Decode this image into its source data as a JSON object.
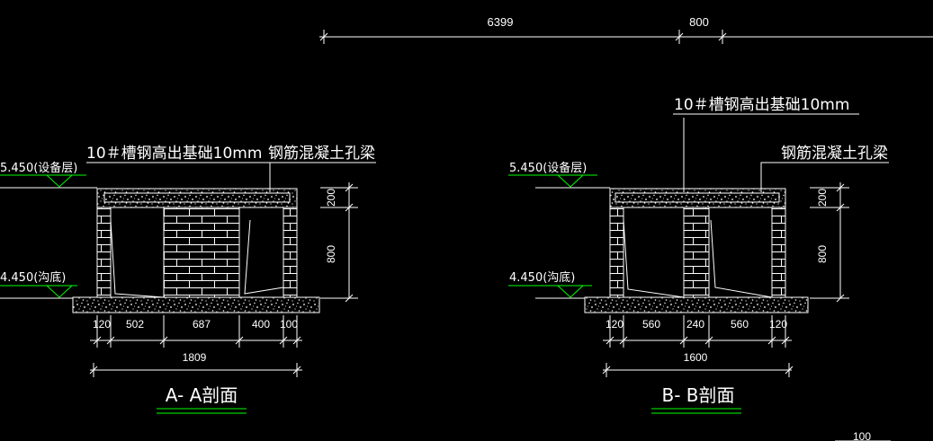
{
  "colors": {
    "background": "#000000",
    "line": "#ffffff",
    "level_marker": "#00ff00",
    "title_underline": "#00ff00",
    "title_text": "#ffffff"
  },
  "top_dimensions": {
    "left": "6399",
    "right": "800"
  },
  "section_a": {
    "title": "A- A剖面",
    "callout_channel": "10＃槽钢高出基础10mm",
    "callout_beam": "钢筋混凝土孔梁",
    "level_top": "5.450(设备层)",
    "level_bottom": "4.450(沟底)",
    "dim_beam_height": "200",
    "dim_wall_height": "800",
    "bottom_dims": [
      "120",
      "502",
      "687",
      "400",
      "100"
    ],
    "overall_width": "1809"
  },
  "section_b": {
    "title": "B- B剖面",
    "callout_channel": "10＃槽钢高出基础10mm",
    "callout_beam": "钢筋混凝土孔梁",
    "level_top": "5.450(设备层)",
    "level_bottom": "4.450(沟底)",
    "dim_beam_height": "200",
    "dim_wall_height": "800",
    "bottom_dims": [
      "120",
      "560",
      "240",
      "560",
      "120"
    ],
    "overall_width": "1600"
  },
  "corner_label": "100"
}
